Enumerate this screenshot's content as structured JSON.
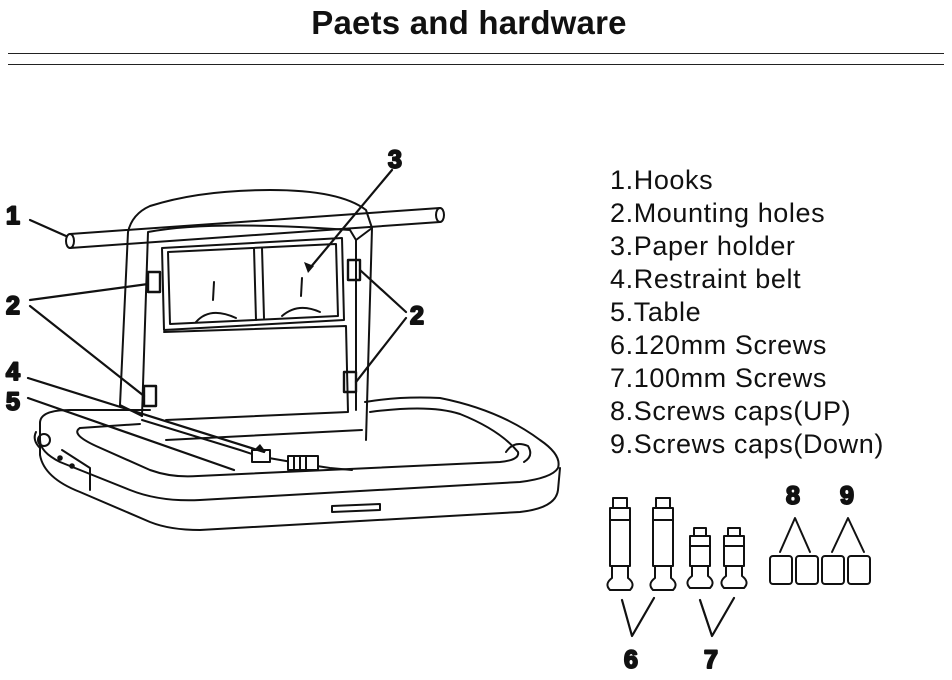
{
  "title": "Paets and hardware",
  "parts": [
    "1.Hooks",
    "2.Mounting holes",
    "3.Paper holder",
    "4.Restraint belt",
    "5.Table",
    "6.120mm Screws",
    "7.100mm Screws",
    "8.Screws caps(UP)",
    "9.Screws caps(Down)"
  ],
  "callouts": {
    "hook": "1",
    "mount_left": "2",
    "mount_right": "2",
    "paper_holder": "3",
    "belt": "4",
    "table": "5",
    "screw120": "6",
    "screw100": "7",
    "caps_up": "8",
    "caps_down": "9"
  }
}
